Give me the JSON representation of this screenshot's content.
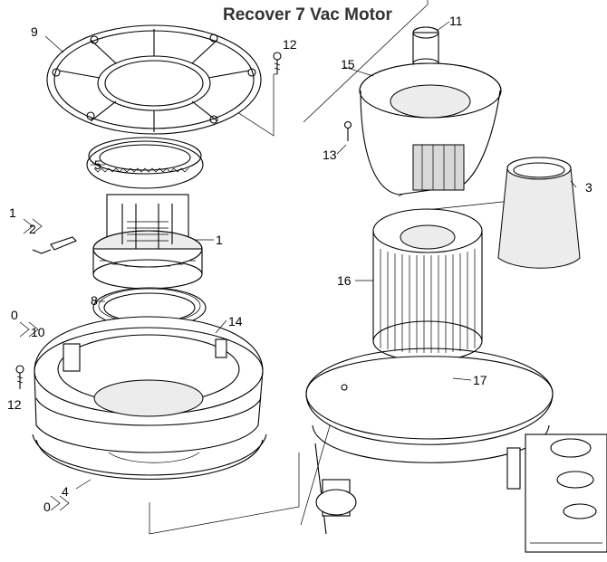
{
  "title": "Recover 7 Vac Motor",
  "callouts": {
    "c1": "1",
    "c2": "2",
    "c3": "3",
    "c4": "4",
    "c5": "5",
    "c8": "8",
    "c9": "9",
    "c10": "10",
    "c11": "11",
    "c12a": "12",
    "c12b": "12",
    "c13": "13",
    "c14": "14",
    "c15": "15",
    "c16": "16",
    "c17": "17"
  },
  "qty": {
    "q1": "1",
    "q10": "0",
    "q4": "0"
  },
  "colors": {
    "line": "#000000",
    "shade": "#ececec",
    "title": "#333333"
  }
}
